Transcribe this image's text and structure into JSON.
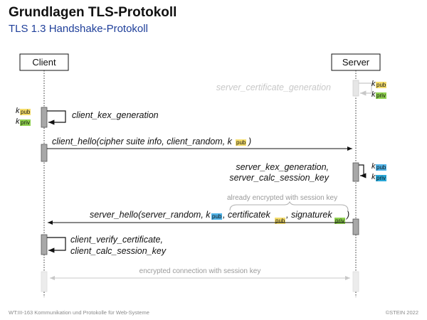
{
  "title": "Grundlagen TLS-Protokoll",
  "subtitle": "TLS 1.3 Handshake-Protokoll",
  "actors": {
    "client": "Client",
    "server": "Server"
  },
  "keys": {
    "k": "k",
    "pub": "pub",
    "priv": "priv"
  },
  "colors": {
    "client_key_pub": "#f5dd6b",
    "client_key_priv": "#8fd14f",
    "server_key_pub": "#4fb3e8",
    "server_key_priv": "#2aa8d8",
    "activation": "#a8a8a8",
    "activation_faded": "#dddddd"
  },
  "steps": {
    "server_cert_gen": "server_certificate_generation",
    "client_kex_gen": "client_kex_generation",
    "client_hello": "client_hello(cipher suite info, client_random, ",
    "server_kex_line1": "server_kex_generation,",
    "server_kex_line2": "server_calc_session_key",
    "encrypted_note": "already encrypted with session key",
    "server_hello_a": "server_hello(server_random, ",
    "server_hello_b": ", certificate",
    "server_hello_c": ", signature",
    "server_hello_close": ")",
    "client_hello_close": ")",
    "client_verify_line1": "client_verify_certificate,",
    "client_verify_line2": "client_calc_session_key",
    "encrypted_connection": "encrypted connection with session key"
  },
  "footer": {
    "left": "WT:III-163    Kommunikation und Protokolle für Web-Systeme",
    "right": "©STEIN 2022"
  }
}
